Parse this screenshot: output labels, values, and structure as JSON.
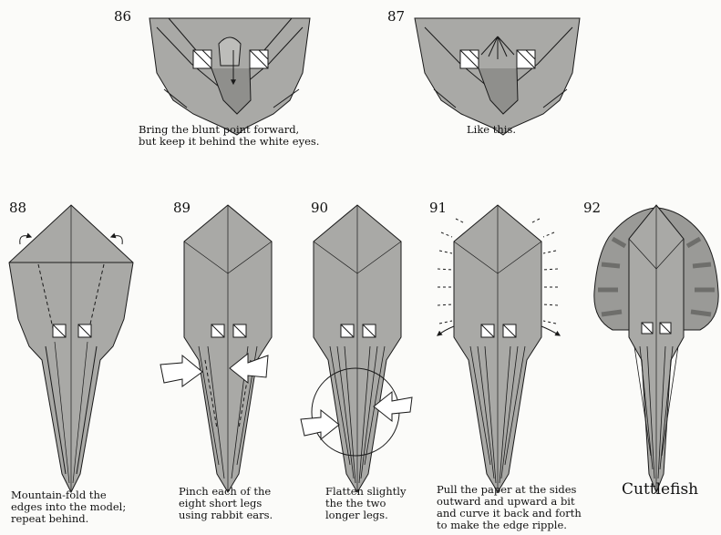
{
  "steps": [
    {
      "number": "86",
      "caption": [
        "Bring the blunt point forward,",
        "but keep it behind the white eyes."
      ]
    },
    {
      "number": "87",
      "caption": [
        "Like this."
      ]
    },
    {
      "number": "88",
      "caption": [
        "Mountain-fold the",
        "edges into the model;",
        "repeat behind."
      ]
    },
    {
      "number": "89",
      "caption": [
        "Pinch each of the",
        "eight short legs",
        "using rabbit ears."
      ]
    },
    {
      "number": "90",
      "caption": [
        "Flatten slightly",
        "the the two",
        "longer legs."
      ]
    },
    {
      "number": "91",
      "caption": [
        "Pull the paper at the sides",
        "outward and upward a bit",
        "and curve it back and forth",
        "to make the edge ripple."
      ]
    },
    {
      "number": "92",
      "caption": []
    }
  ],
  "final_title": "Cuttlefish",
  "colors": {
    "paper": "#a9a9a6",
    "paper_dark": "#7c7c79",
    "eye": "#ffffff",
    "line": "#1a1a1a",
    "fin_stripe": "#6e6e6b"
  }
}
